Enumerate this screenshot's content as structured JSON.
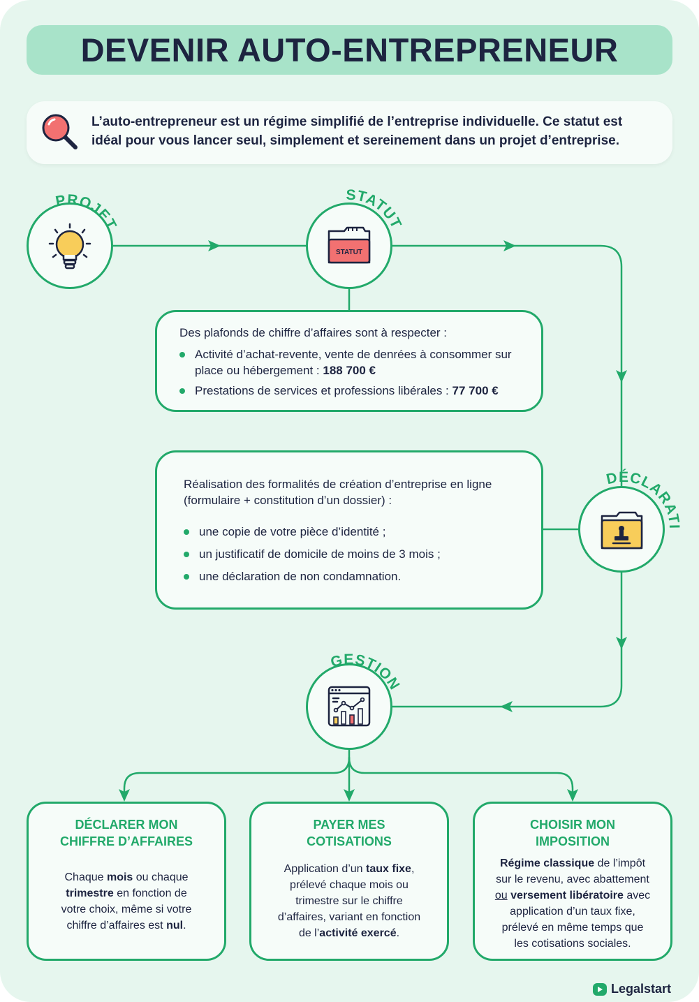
{
  "title": "DEVENIR AUTO-ENTREPRENEUR",
  "intro": {
    "line1": "L’auto-entrepreneur est un régime simplifié de l’entreprise individuelle. Ce statut est",
    "line2": "idéal pour vous lancer seul, simplement et sereinement dans un projet d’entreprise."
  },
  "steps": {
    "projet": "PROJET",
    "statut": "STATUT",
    "statut_folder_label": "STATUT",
    "declaration": "DÉCLARATION",
    "gestion": "GESTION"
  },
  "plafonds": {
    "intro": "Des plafonds de chiffre d’affaires sont à respecter :",
    "item1_text": "Activité d’achat-revente, vente de denrées à consommer sur place ou hébergement :",
    "item1_value": "188 700 €",
    "item2_text": "Prestations de services et professions libérales :",
    "item2_value": "77 700 €"
  },
  "formalites": {
    "intro": "Réalisation des formalités de création d’entreprise en ligne (formulaire + constitution d’un dossier) :",
    "items": [
      "une copie de votre pièce d’identité ;",
      "un justificatif de domicile de moins de 3 mois ;",
      "une déclaration de non condamnation."
    ]
  },
  "boxes": {
    "ca": {
      "title1": "DÉCLARER MON",
      "title2": "CHIFFRE D’AFFAIRES",
      "t1": "Chaque ",
      "b1": "mois",
      "t2": " ou chaque",
      "b2": "trimestre",
      "t3": " en fonction de",
      "t4": "votre choix, même si votre",
      "t5": "chiffre d’affaires est ",
      "b3": "nul",
      "t6": "."
    },
    "cotisations": {
      "title1": "PAYER MES",
      "title2": "COTISATIONS",
      "t1": "Application d’un ",
      "b1": "taux fixe",
      "t2": ",",
      "t3": "prélevé chaque mois ou",
      "t4": "trimestre sur le chiffre",
      "t5": "d’affaires, variant en fonction",
      "t6": "de l’",
      "b2": "activité exercé",
      "t7": "."
    },
    "imposition": {
      "title1": "CHOISIR MON",
      "title2": "IMPOSITION",
      "b1": "Régime classique",
      "t1": " de l’impôt",
      "t2": "sur le revenu, avec abattement",
      "u1": "ou",
      "t3": " ",
      "b2": "versement libératoire",
      "t4": " avec",
      "t5": "application d’un taux fixe,",
      "t6": "prélevé en même temps que",
      "t7": "les cotisations sociales."
    }
  },
  "logo": "Legalstart",
  "colors": {
    "green": "#22a96a",
    "navy": "#1d2440",
    "mint": "#a8e3c9",
    "background": "#e6f6ee",
    "red": "#f27171",
    "yellow": "#f8cd5a"
  }
}
